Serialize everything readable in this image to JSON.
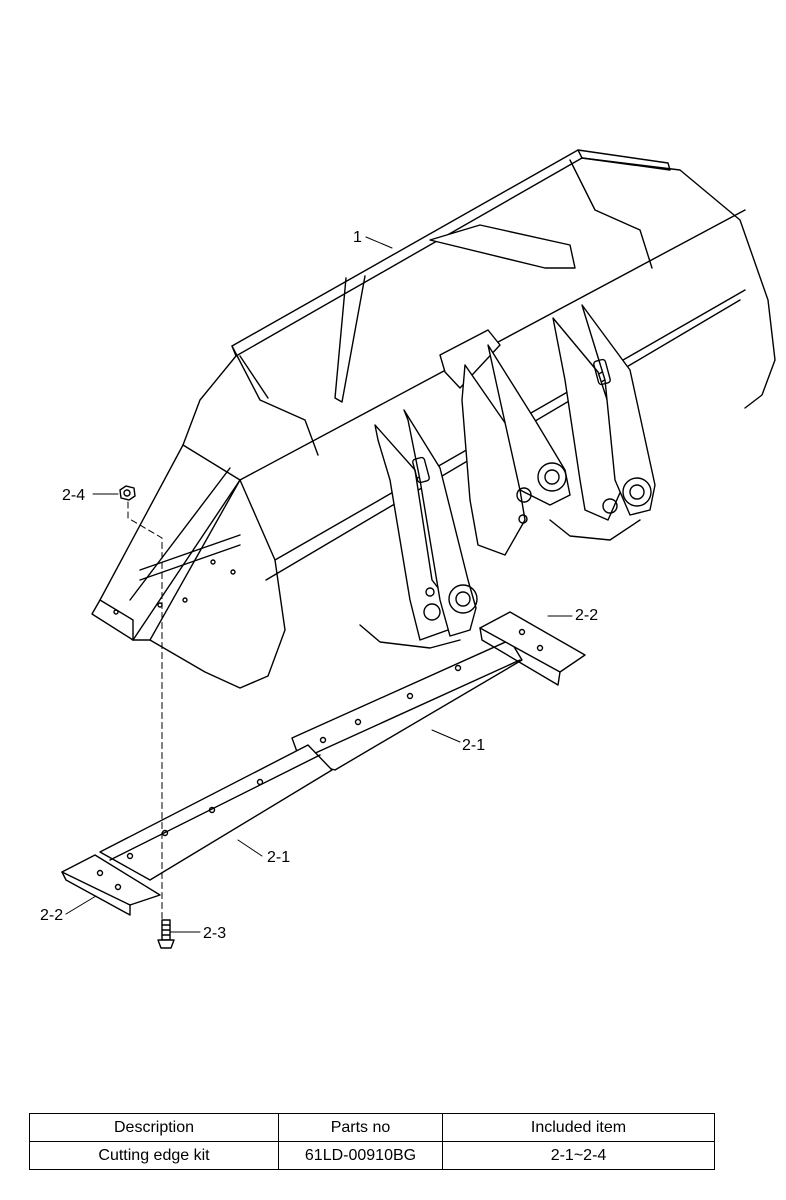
{
  "diagram": {
    "callouts": [
      "1",
      "2-1",
      "2-1",
      "2-2",
      "2-2",
      "2-3",
      "2-4"
    ]
  },
  "table": {
    "headers": [
      "Description",
      "Parts no",
      "Included item"
    ],
    "rows": [
      [
        "Cutting edge kit",
        "61LD-00910BG",
        "2-1~2-4"
      ]
    ]
  }
}
